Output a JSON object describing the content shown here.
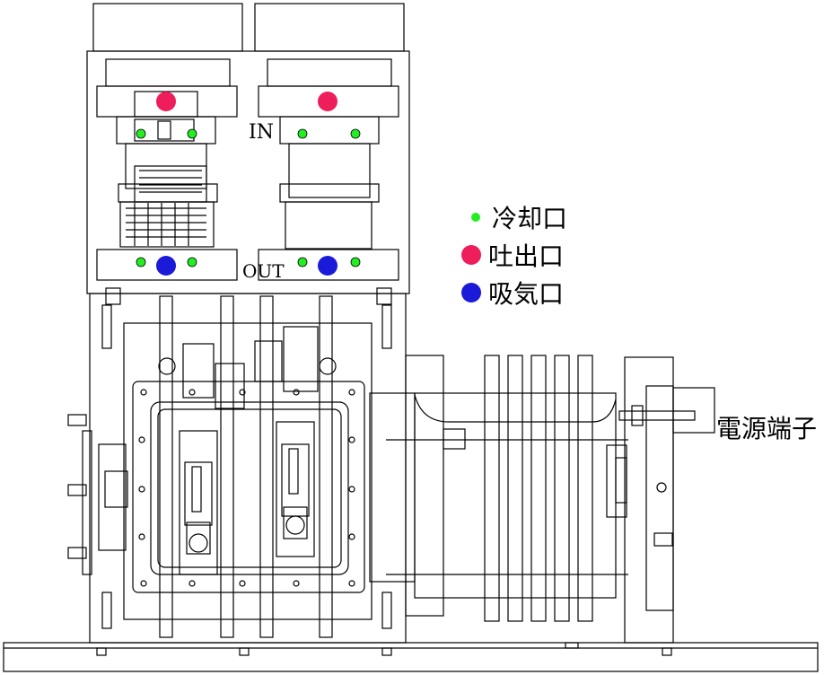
{
  "labels": {
    "in": "IN",
    "out": "OUT",
    "power_terminal": "電源端子"
  },
  "legend": [
    {
      "text": "冷却口",
      "color": "#22ee22",
      "size": "small"
    },
    {
      "text": "吐出口",
      "color": "#ee1e5a",
      "size": "large"
    },
    {
      "text": "吸気口",
      "color": "#1a1ad8",
      "size": "large"
    }
  ],
  "colors": {
    "cooling": "#22ee22",
    "discharge": "#ee1e5a",
    "intake": "#1a1ad8",
    "line": "#000000"
  }
}
